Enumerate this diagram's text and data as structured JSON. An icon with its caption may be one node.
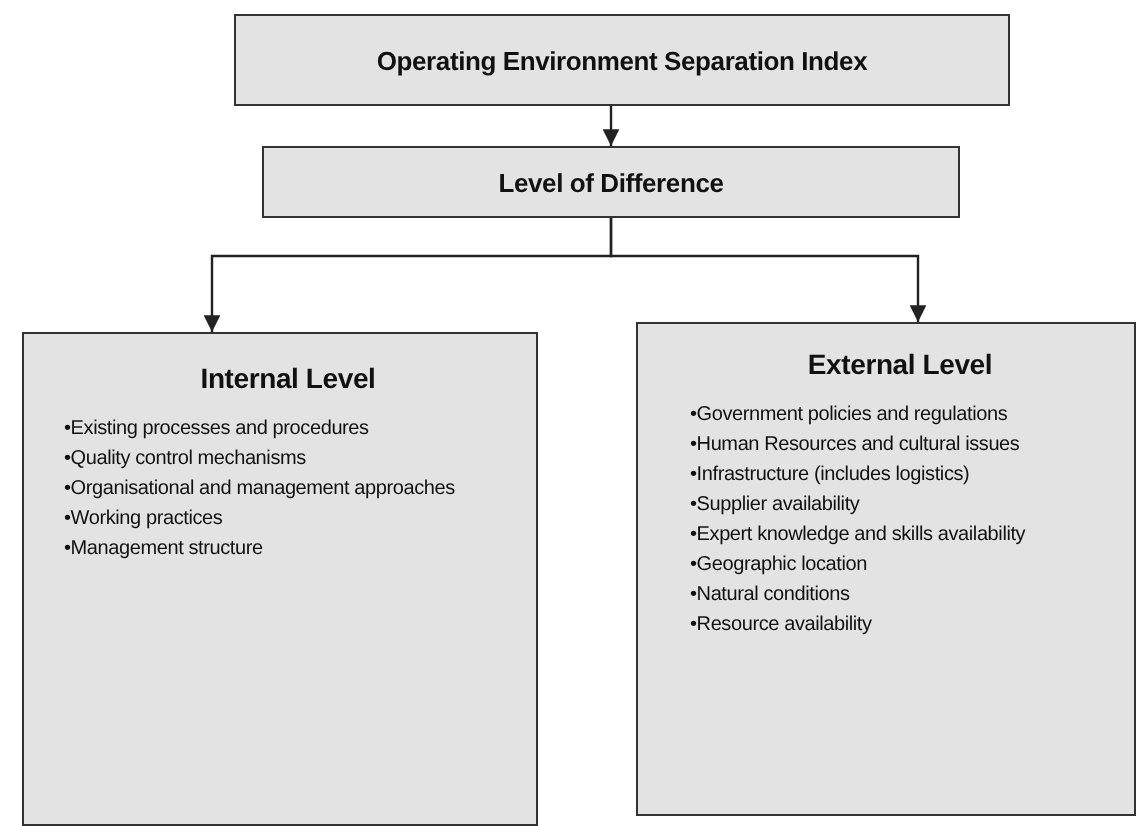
{
  "diagram": {
    "nodes": [
      {
        "text": [
          "Operating Environment Separation Index"
        ]
      },
      {
        "text": [
          "Level of Difference"
        ]
      },
      {
        "text": [
          "Internal Level",
          "•Existing processes and procedures",
          "•Quality control mechanisms",
          "•Organisational and management approaches",
          "•Working practices",
          "•Management structure"
        ]
      },
      {
        "text": [
          "External Level",
          "•Government policies and regulations",
          "•Human Resources and cultural issues",
          "•Infrastructure (includes logistics)",
          "•Supplier availability",
          "•Expert knowledge and skills availability",
          "•Geographic location",
          "•Natural conditions",
          "•Resource availability"
        ]
      }
    ],
    "edges": [
      {
        "from": 0,
        "to": 1,
        "arrow": "to"
      },
      {
        "from": 1,
        "to": 2,
        "arrow": "to"
      },
      {
        "from": 1,
        "to": 3,
        "arrow": "to"
      }
    ]
  }
}
